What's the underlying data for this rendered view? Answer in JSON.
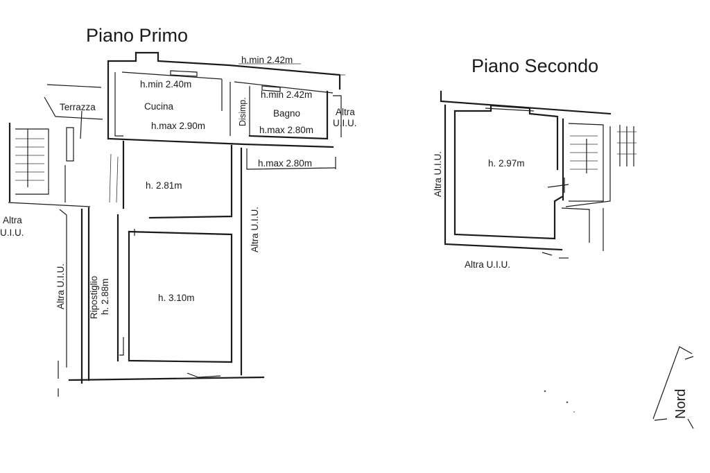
{
  "plans": {
    "first_floor": {
      "title": "Piano Primo",
      "labels": {
        "terrazza": "Terrazza",
        "cucina": "Cucina",
        "cucina_hmin": "h.min 2.40m",
        "cucina_hmax": "h.max 2.90m",
        "disimp": "Disimp.",
        "bagno": "Bagno",
        "bagno_hmin": "h.min 2.42m",
        "bagno_hmax": "h.max 2.80m",
        "top_hmin": "h.min 2.42m",
        "right_hmax": "h.max 2.80m",
        "altra_right_1": "Altra",
        "altra_right_2": "U.I.U.",
        "room_281": "h. 2.81m",
        "room_310": "h. 3.10m",
        "ripostiglio": "Ripostiglio",
        "ripostiglio_h": "h. 2.88m",
        "altra_left_1": "Altra",
        "altra_left_2": "U.I.U.",
        "altra_vertical_left": "Altra U.I.U.",
        "altra_vertical_mid": "Altra U.I.U."
      }
    },
    "second_floor": {
      "title": "Piano Secondo",
      "labels": {
        "room_297": "h. 2.97m",
        "altra_vertical": "Altra U.I.U.",
        "altra_bottom": "Altra U.I.U."
      }
    }
  },
  "compass": {
    "label": "Nord"
  }
}
